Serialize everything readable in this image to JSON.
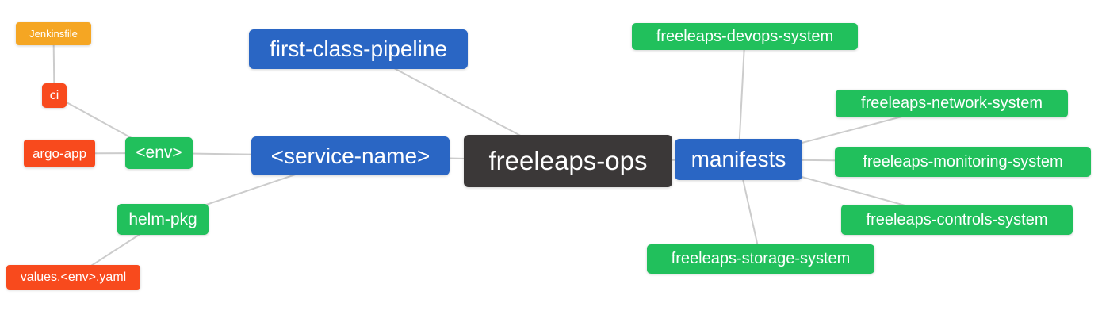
{
  "diagram": {
    "title": "freeleaps-ops repository structure mind map",
    "background_color": "#ffffff",
    "edge_color": "#cccccc",
    "colors": {
      "blue": "#2a66c4",
      "green": "#21c05c",
      "orange": "#f5a623",
      "red": "#f84a1d",
      "dark": "#3b3838"
    },
    "nodes": [
      {
        "id": "jenkinsfile",
        "label": "Jenkinsfile",
        "color": "orange"
      },
      {
        "id": "ci",
        "label": "ci",
        "color": "red"
      },
      {
        "id": "argo-app",
        "label": "argo-app",
        "color": "red"
      },
      {
        "id": "env",
        "label": "<env>",
        "color": "green"
      },
      {
        "id": "helm-pkg",
        "label": "helm-pkg",
        "color": "green"
      },
      {
        "id": "values-env-yaml",
        "label": "values.<env>.yaml",
        "color": "red"
      },
      {
        "id": "first-class-pipeline",
        "label": "first-class-pipeline",
        "color": "blue"
      },
      {
        "id": "service-name",
        "label": "<service-name>",
        "color": "blue"
      },
      {
        "id": "freeleaps-ops",
        "label": "freeleaps-ops",
        "color": "dark"
      },
      {
        "id": "manifests",
        "label": "manifests",
        "color": "blue"
      },
      {
        "id": "devops-system",
        "label": "freeleaps-devops-system",
        "color": "green"
      },
      {
        "id": "network-system",
        "label": "freeleaps-network-system",
        "color": "green"
      },
      {
        "id": "monitoring-system",
        "label": "freeleaps-monitoring-system",
        "color": "green"
      },
      {
        "id": "controls-system",
        "label": "freeleaps-controls-system",
        "color": "green"
      },
      {
        "id": "storage-system",
        "label": "freeleaps-storage-system",
        "color": "green"
      }
    ],
    "edges": [
      {
        "from": "jenkinsfile",
        "to": "ci"
      },
      {
        "from": "ci",
        "to": "env"
      },
      {
        "from": "argo-app",
        "to": "env"
      },
      {
        "from": "env",
        "to": "service-name"
      },
      {
        "from": "helm-pkg",
        "to": "service-name"
      },
      {
        "from": "values-env-yaml",
        "to": "helm-pkg"
      },
      {
        "from": "first-class-pipeline",
        "to": "freeleaps-ops"
      },
      {
        "from": "service-name",
        "to": "freeleaps-ops"
      },
      {
        "from": "freeleaps-ops",
        "to": "manifests"
      },
      {
        "from": "manifests",
        "to": "devops-system"
      },
      {
        "from": "manifests",
        "to": "network-system"
      },
      {
        "from": "manifests",
        "to": "monitoring-system"
      },
      {
        "from": "manifests",
        "to": "controls-system"
      },
      {
        "from": "manifests",
        "to": "storage-system"
      }
    ]
  }
}
